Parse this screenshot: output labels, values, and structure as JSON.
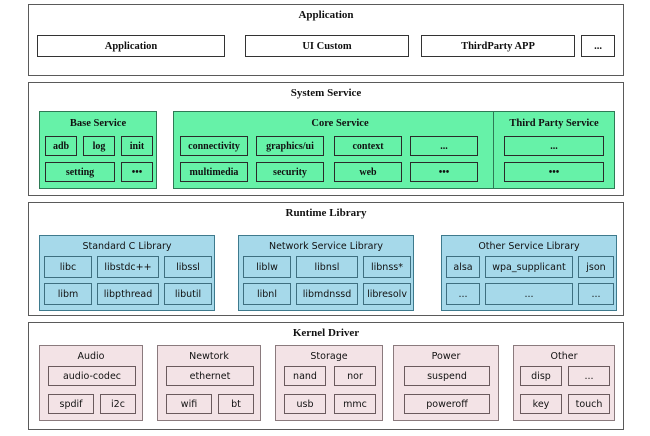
{
  "application": {
    "title": "Application",
    "items": [
      "Application",
      "UI Custom",
      "ThirdParty APP",
      "..."
    ]
  },
  "system_service": {
    "title": "System Service",
    "base": {
      "title": "Base Service",
      "items": [
        "adb",
        "log",
        "init",
        "setting",
        "•••"
      ]
    },
    "core": {
      "title": "Core Service",
      "items": [
        "connectivity",
        "graphics/ui",
        "context",
        "...",
        "multimedia",
        "security",
        "web",
        "•••"
      ]
    },
    "third": {
      "title": "Third Party Service",
      "items": [
        "...",
        "•••"
      ]
    }
  },
  "runtime_library": {
    "title": "Runtime Library",
    "stdc": {
      "title": "Standard C Library",
      "items": [
        "libc",
        "libstdc++",
        "libssl",
        "libm",
        "libpthread",
        "libutil"
      ]
    },
    "network": {
      "title": "Network Service Library",
      "items": [
        "liblw",
        "libnsl",
        "libnss*",
        "libnl",
        "libmdnssd",
        "libresolv"
      ]
    },
    "other": {
      "title": "Other Service Library",
      "items": [
        "alsa",
        "wpa_supplicant",
        "json",
        "...",
        "...",
        "..."
      ]
    }
  },
  "kernel_driver": {
    "title": "Kernel Driver",
    "audio": {
      "title": "Audio",
      "items": [
        "audio-codec",
        "spdif",
        "i2c"
      ]
    },
    "network": {
      "title": "Newtork",
      "items": [
        "ethernet",
        "wifi",
        "bt"
      ]
    },
    "storage": {
      "title": "Storage",
      "items": [
        "nand",
        "nor",
        "usb",
        "mmc"
      ]
    },
    "power": {
      "title": "Power",
      "items": [
        "suspend",
        "poweroff"
      ]
    },
    "other": {
      "title": "Other",
      "items": [
        "disp",
        "...",
        "key",
        "touch"
      ]
    }
  }
}
